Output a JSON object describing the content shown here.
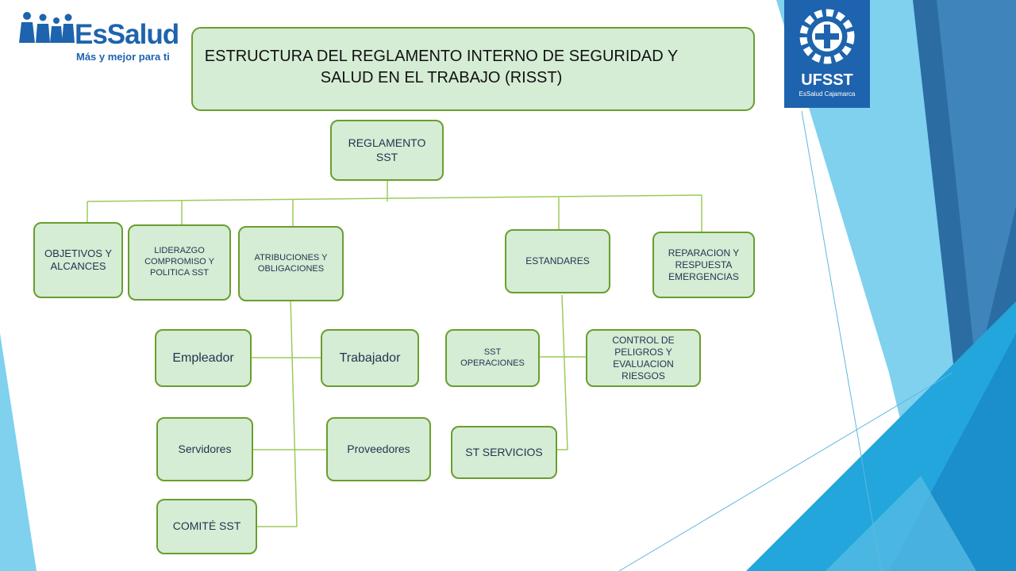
{
  "branding": {
    "left_logo_name": "EsSalud",
    "left_logo_tagline": "Más y mejor para ti",
    "right_logo_name": "UFSST",
    "right_logo_subtitle": "EsSalud Cajamarca"
  },
  "title": {
    "line1": "ESTRUCTURA DEL REGLAMENTO INTERNO DE SEGURIDAD Y",
    "line2": "SALUD EN EL TRABAJO (RISST)"
  },
  "nodes": {
    "root": "REGLAMENTO SST",
    "objetivos": "OBJETIVOS Y ALCANCES",
    "liderazgo": "LIDERAZGO COMPROMISO Y POLITICA SST",
    "atribuciones": "ATRIBUCIONES Y OBLIGACIONES",
    "estandares": "ESTANDARES",
    "reparacion": "REPARACION Y RESPUESTA EMERGENCIAS",
    "empleador": "Empleador",
    "trabajador": "Trabajador",
    "servidores": "Servidores",
    "proveedores": "Proveedores",
    "comite": "COMITÉ SST",
    "sst_operaciones": "SST OPERACIONES",
    "control_peligros": "CONTROL DE PELIGROS Y EVALUACION RIESGOS",
    "st_servicios": "ST SERVICIOS"
  },
  "colors": {
    "node_fill": "#d5ecd5",
    "node_border": "#6a9e2e",
    "connector": "#9ccb5a",
    "brand_blue": "#1e63ad"
  }
}
